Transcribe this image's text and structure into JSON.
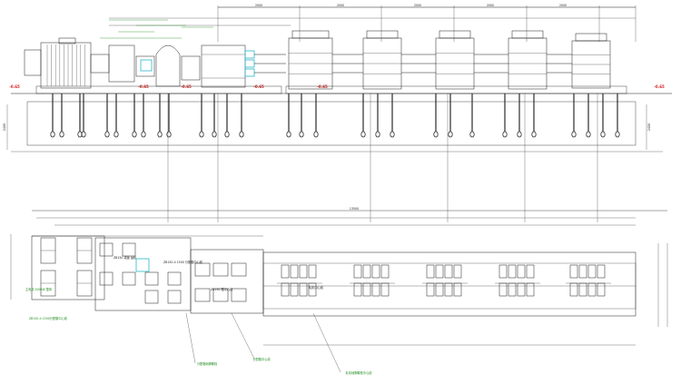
{
  "drawing": {
    "colors": {
      "line": "#1a1a1a",
      "dim_green": "#1d8c1d",
      "red_marker": "#d21f1f",
      "cyan_part": "#29b6c8",
      "anchor_bolt": "#2a2a2a"
    },
    "elevation": {
      "top_dimension_labels": [
        "2000",
        "2000",
        "2000",
        "2000",
        "2000"
      ],
      "level_marks": [
        "-0.65",
        "-0.65",
        "-0.65",
        "-0.65",
        "-0.65",
        "-0.65"
      ],
      "left_height_label": "2400",
      "right_height_label": "2400"
    },
    "plan": {
      "overall_length_label": "13500",
      "notes": [
        "主电机 400KW 整体",
        "ZB150 减速 齿轮",
        "ZB150-4 1500 分配箱中心线",
        "ZB150 箱中心线",
        "轧机中心线"
      ],
      "left_caption": "ZB150-4  1500分配箱中心线",
      "bottom_labels": [
        "分配箱地脚螺栓",
        "分配箱中心线",
        "轧机地脚螺栓中心线"
      ]
    }
  }
}
